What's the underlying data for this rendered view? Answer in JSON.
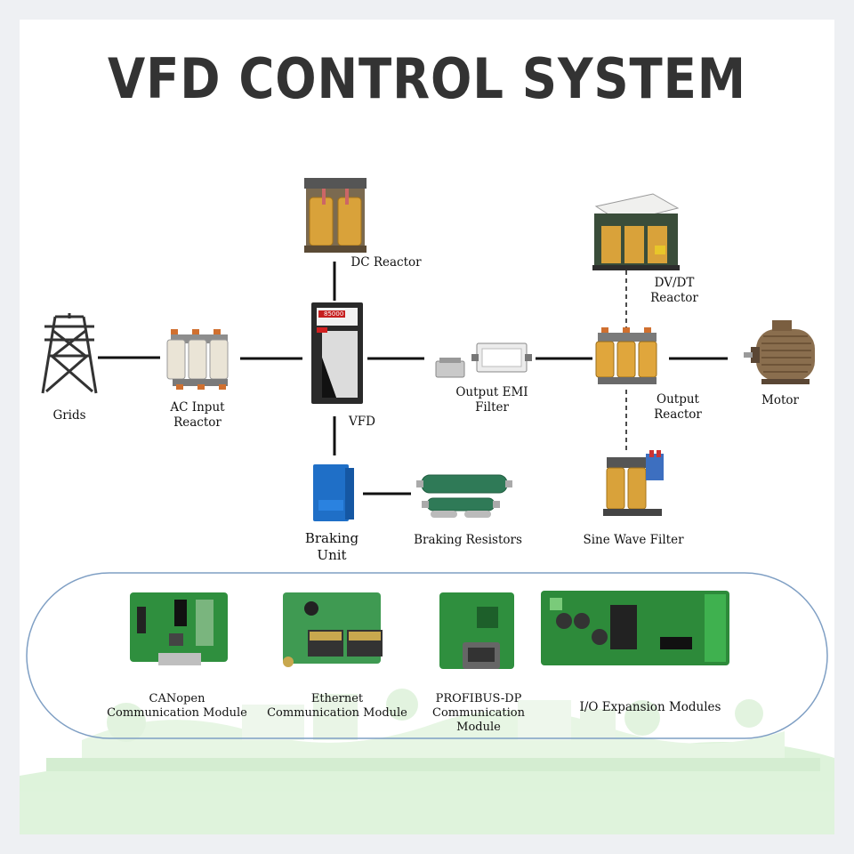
{
  "title": "VFD CONTROL SYSTEM",
  "components": {
    "grids": {
      "label": "Grids"
    },
    "ac_input_reactor": {
      "line1": "AC Input",
      "line2": "Reactor"
    },
    "dc_reactor": {
      "label": "DC Reactor"
    },
    "vfd": {
      "label": "VFD",
      "display": "85000"
    },
    "output_emi_filter": {
      "line1": "Output EMI",
      "line2": "Filter"
    },
    "dv_dt_reactor": {
      "line1": "DV/DT",
      "line2": "Reactor"
    },
    "output_reactor": {
      "line1": "Output",
      "line2": "Reactor"
    },
    "motor": {
      "label": "Motor"
    },
    "braking_unit": {
      "line1": "Braking",
      "line2": "Unit"
    },
    "braking_resistors": {
      "label": "Braking Resistors"
    },
    "sine_wave_filter": {
      "label": "Sine Wave Filter"
    }
  },
  "modules": [
    {
      "line1": "CANopen",
      "line2": "Communication Module"
    },
    {
      "line1": "Ethernet",
      "line2": "Communication Module"
    },
    {
      "line1": "PROFIBUS-DP",
      "line2": "Communication Module"
    },
    {
      "line1": "I/O Expansion Modules",
      "line2": ""
    }
  ],
  "colors": {
    "line": "#111111",
    "pcb_green": "#2f8f3e",
    "copper": "#c98a2e",
    "panel_border": "#7f9fc4",
    "landscape_green": "#cfeccb"
  }
}
